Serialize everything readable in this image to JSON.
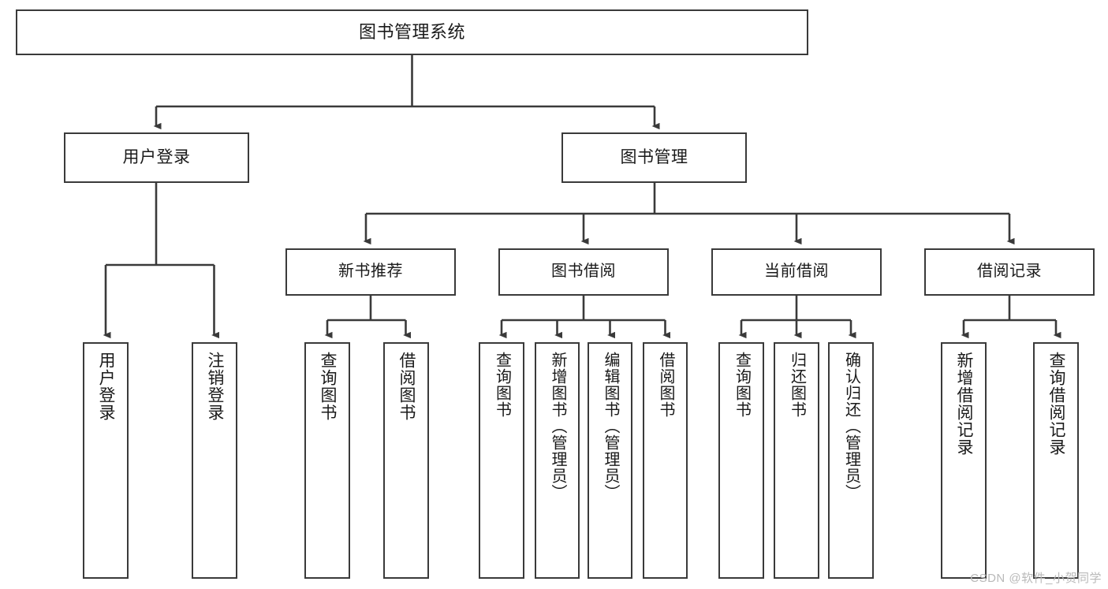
{
  "diagram": {
    "title": "图书管理系统",
    "type": "functional-structure-tree",
    "orientation": "top-down",
    "box_border_color": "#3a3a3a",
    "box_fill_color": "#ffffff",
    "connector_color": "#3a3a3a",
    "text_color": "#1a1a1a"
  },
  "root": {
    "label": "图书管理系统"
  },
  "branches": [
    {
      "label": "用户登录"
    },
    {
      "label": "图书管理"
    }
  ],
  "groups": [
    {
      "label": "新书推荐"
    },
    {
      "label": "图书借阅"
    },
    {
      "label": "当前借阅"
    },
    {
      "label": "借阅记录"
    }
  ],
  "leaves": {
    "user_login": [
      {
        "label": "用户登录"
      },
      {
        "label": "注销登录"
      }
    ],
    "new_book_recommend": [
      {
        "label": "查询图书"
      },
      {
        "label": "借阅图书"
      }
    ],
    "book_borrow": [
      {
        "label": "查询图书"
      },
      {
        "label": "新增图书（管理员）"
      },
      {
        "label": "编辑图书（管理员）"
      },
      {
        "label": "借阅图书"
      }
    ],
    "current_borrow": [
      {
        "label": "查询图书"
      },
      {
        "label": "归还图书"
      },
      {
        "label": "确认归还（管理员）"
      }
    ],
    "borrow_record": [
      {
        "label": "新增借阅记录"
      },
      {
        "label": "查询借阅记录"
      }
    ]
  },
  "watermark": {
    "text": "CSDN @软件_小贺同学",
    "color": "#b9b9b9"
  }
}
